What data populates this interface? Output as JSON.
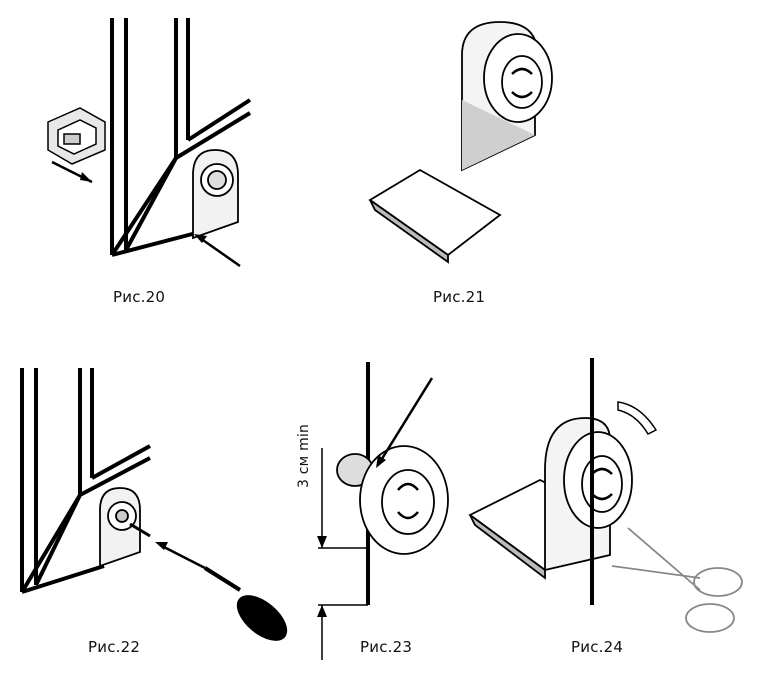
{
  "figures": [
    {
      "caption": "Рис.20"
    },
    {
      "caption": "Рис.21"
    },
    {
      "caption": "Рис.22"
    },
    {
      "caption": "Рис.23"
    },
    {
      "caption": "Рис.24"
    }
  ],
  "dimension_label": "3 см min"
}
